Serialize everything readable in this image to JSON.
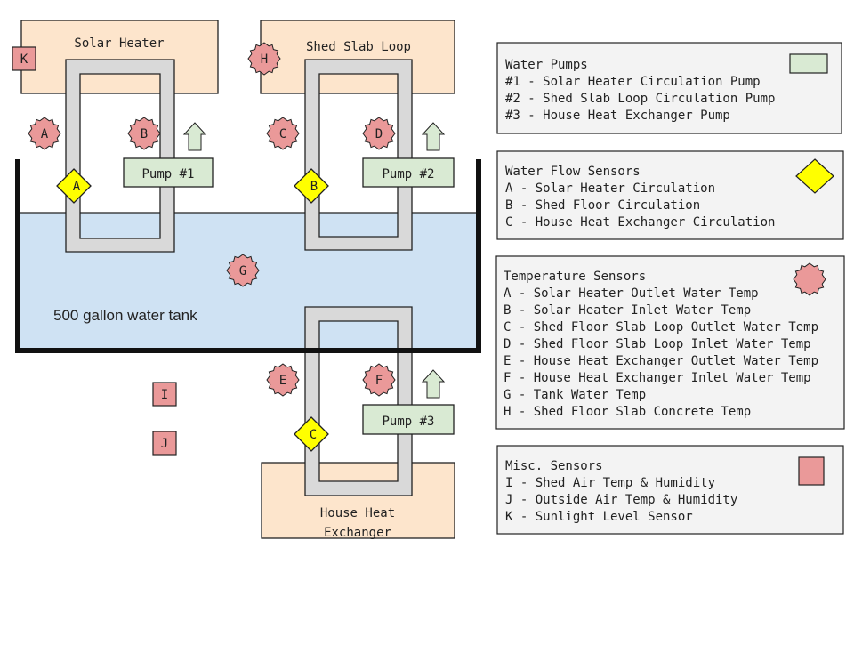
{
  "tank": {
    "label": "500 gallon water tank"
  },
  "components": {
    "solar_heater": "Solar Heater",
    "shed_slab_loop": "Shed Slab Loop",
    "house_heat_exchanger_line1": "House Heat",
    "house_heat_exchanger_line2": "Exchanger"
  },
  "pumps": {
    "p1": "Pump #1",
    "p2": "Pump #2",
    "p3": "Pump #3"
  },
  "markers": {
    "temp": {
      "A": "A",
      "B": "B",
      "C": "C",
      "D": "D",
      "E": "E",
      "F": "F",
      "G": "G",
      "H": "H"
    },
    "flow": {
      "A": "A",
      "B": "B",
      "C": "C"
    },
    "misc": {
      "I": "I",
      "J": "J",
      "K": "K"
    }
  },
  "legend": {
    "pumps": {
      "title": "Water Pumps",
      "items": [
        "#1 - Solar Heater Circulation Pump",
        "#2 - Shed Slab Loop Circulation Pump",
        "#3 - House Heat Exchanger Pump"
      ]
    },
    "flow": {
      "title": "Water Flow Sensors",
      "items": [
        "A - Solar Heater Circulation",
        "B - Shed Floor Circulation",
        "C - House Heat Exchanger Circulation"
      ]
    },
    "temp": {
      "title": "Temperature Sensors",
      "items": [
        "A - Solar Heater Outlet Water Temp",
        "B - Solar Heater Inlet Water Temp",
        "C - Shed Floor Slab Loop Outlet Water Temp",
        "D - Shed Floor Slab Loop Inlet Water Temp",
        "E - House Heat Exchanger Outlet Water Temp",
        "F - House Heat Exchanger Inlet Water Temp",
        "G - Tank Water Temp",
        "H - Shed Floor Slab Concrete Temp"
      ]
    },
    "misc": {
      "title": "Misc. Sensors",
      "items": [
        "I - Shed Air Temp & Humidity",
        "J - Outside Air Temp & Humidity",
        "K - Sunlight Level Sensor"
      ]
    }
  },
  "colors": {
    "heater_fill": "#fde5cc",
    "pump_fill": "#d9ead3",
    "water_fill": "#cfe2f3",
    "pipe_fill": "#d9d9d9",
    "temp_fill": "#ea9999",
    "flow_fill": "#ffff00",
    "misc_fill": "#ea9999",
    "legend_fill": "#f3f3f3"
  }
}
